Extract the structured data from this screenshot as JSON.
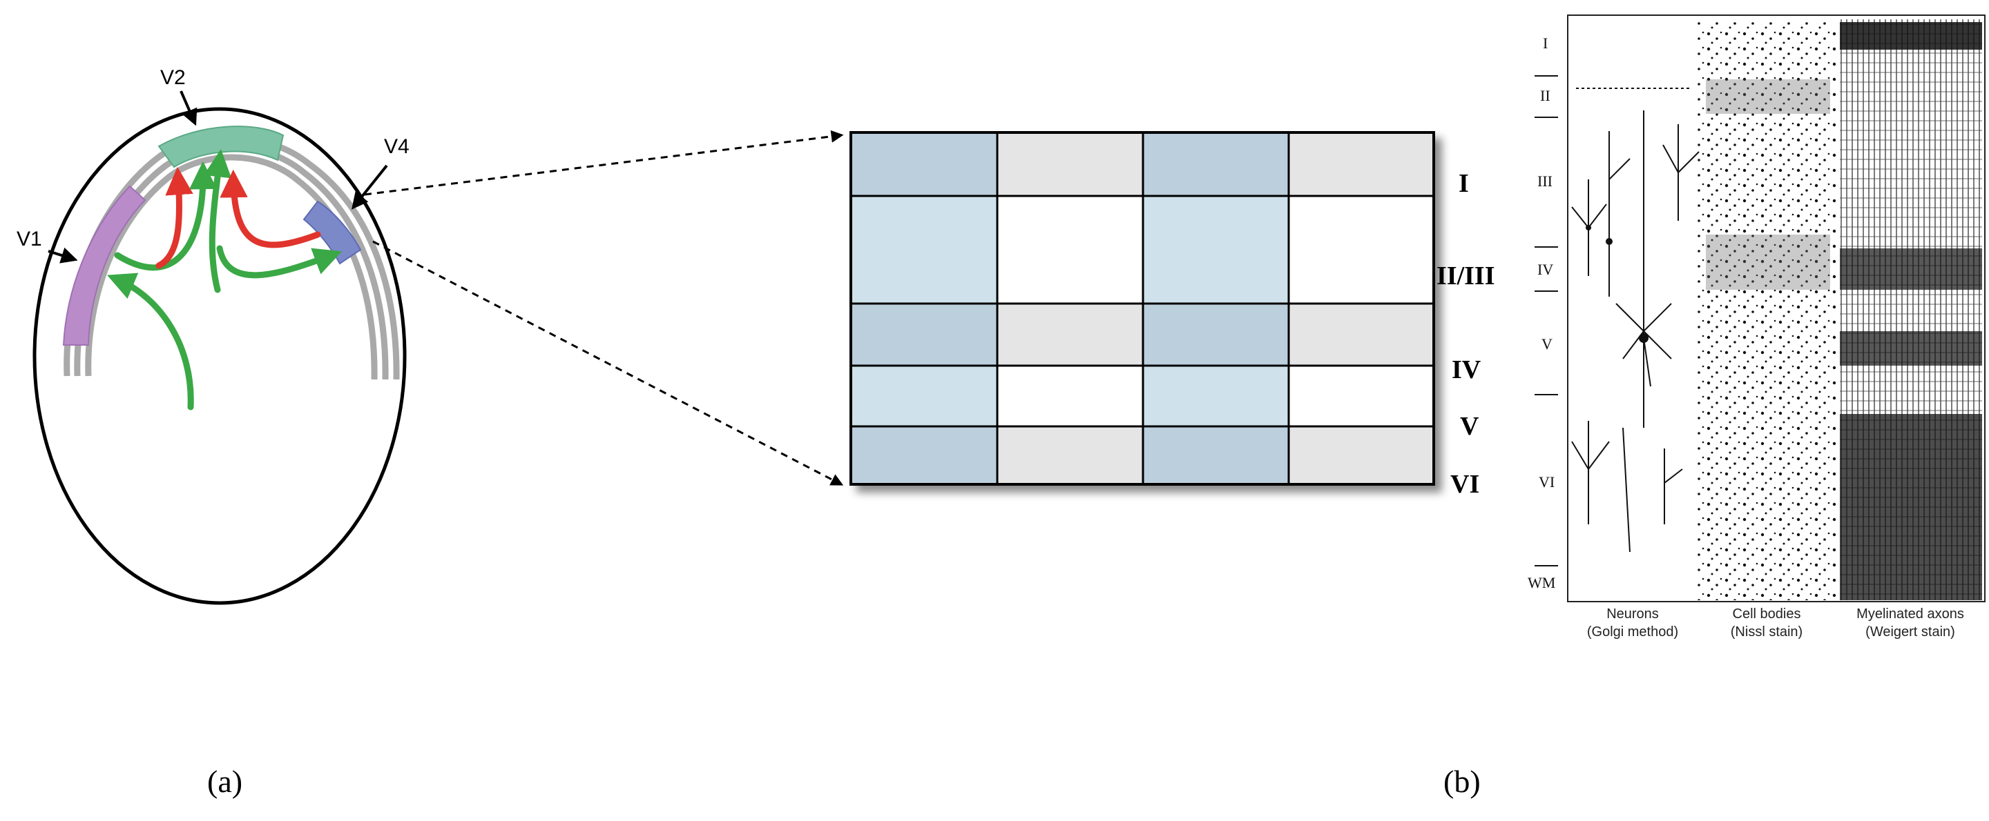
{
  "panel_a": {
    "area_labels": {
      "v1": "V1",
      "v2": "V2",
      "v4": "V4"
    },
    "colors": {
      "v1": "#b98cc9",
      "v2": "#7fc3a6",
      "v4": "#7c89c9",
      "arrow_red": "#e0342d",
      "arrow_green": "#3aa845",
      "cortex": "#a9a9a9"
    }
  },
  "layer_grid": {
    "layer_labels": [
      "I",
      "II/III",
      "IV",
      "V",
      "VI"
    ],
    "colors": {
      "column_dark": "#bccfdd",
      "column_light": "#cfe2ec",
      "grey": "#e5e5e5",
      "white": "#ffffff"
    }
  },
  "panel_b": {
    "layer_labels": [
      "I",
      "II",
      "III",
      "IV",
      "V",
      "VI",
      "WM"
    ],
    "column_captions": [
      {
        "line1": "Neurons",
        "line2": "(Golgi method)"
      },
      {
        "line1": "Cell bodies",
        "line2": "(Nissl stain)"
      },
      {
        "line1": "Myelinated axons",
        "line2": "(Weigert stain)"
      }
    ]
  },
  "captions": {
    "a": "(a)",
    "b": "(b)"
  }
}
